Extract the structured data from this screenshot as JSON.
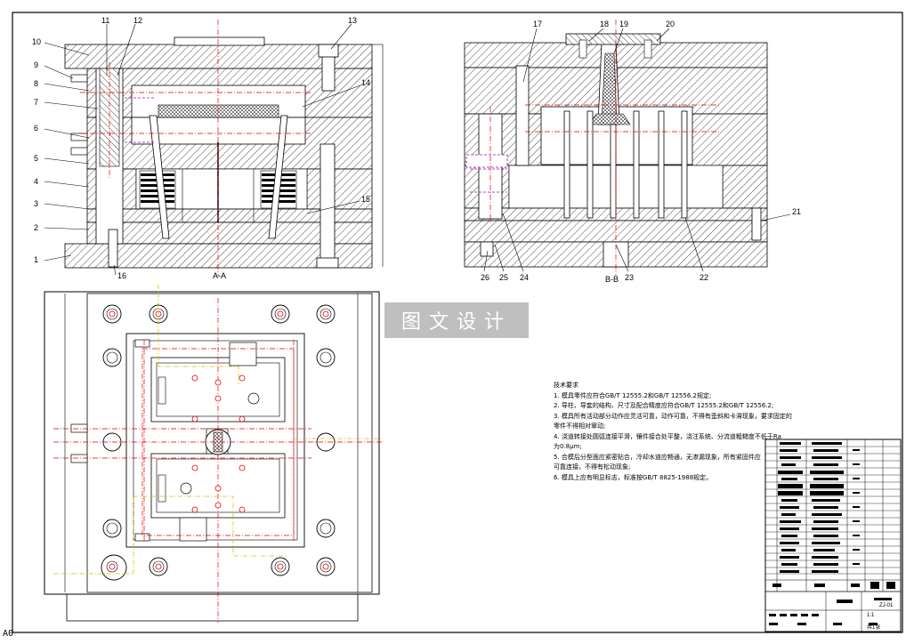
{
  "watermark": {
    "text": "图文设计"
  },
  "section_labels": {
    "left": "A-A",
    "right": "B-B"
  },
  "part_numbers": {
    "left": [
      "1",
      "2",
      "3",
      "4",
      "5",
      "6",
      "7",
      "8",
      "9",
      "10",
      "11",
      "12",
      "13",
      "14",
      "15",
      "16"
    ],
    "right": [
      "17",
      "18",
      "19",
      "20",
      "21",
      "22",
      "23",
      "24",
      "25",
      "26"
    ]
  },
  "corner_code": "A0",
  "notes": {
    "title": "技术要求",
    "items": [
      "1. 模具零件应符合GB/T 12555.2和GB/T 12556.2规定;",
      "2. 导柱、导套的结构、尺寸及配合精度应符合GB/T 12555.2和GB/T 12556.2;",
      "3. 模具所有活动部分动作应灵活可靠，动作可靠，不得有歪斜和卡滞现象，要求固定的",
      "   零件不得相对窜动;",
      "4. 浇道转接处圆弧连接平滑，镶件接合处平整，浇注系统、分流道粗糙度不低于Ra",
      "   为0.8μm;",
      "5. 合模后分型面应紧密贴合，冷却水道应畅通，无渗漏现象，所有紧固件应",
      "   可靠连接，不得有松动现象;",
      "6. 模具上应有明显标志，标准按GB/T 8825-1988规定。"
    ]
  },
  "title_block": {
    "scale": "1:1",
    "sheet": "共1张",
    "drawing_no": "ZJ-01"
  }
}
